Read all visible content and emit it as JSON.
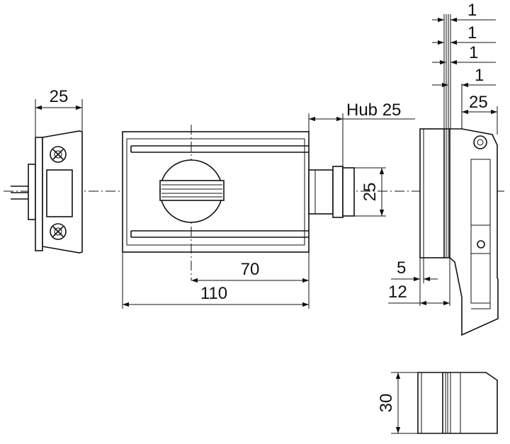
{
  "dimensions": {
    "striker_width": "25",
    "hub": "Hub 25",
    "cylinder_height": "25",
    "center_distance": "70",
    "body_length": "110",
    "side_step_1": "1",
    "side_step_2": "1",
    "side_step_3": "1",
    "side_step_4": "1",
    "side_bolt_width": "25",
    "side_offset_5": "5",
    "side_offset_12": "12",
    "bottom_height": "30"
  },
  "colors": {
    "line": "#111111",
    "background": "#ffffff"
  },
  "icons": [
    "screw-head-icon",
    "arrowhead-icon"
  ]
}
